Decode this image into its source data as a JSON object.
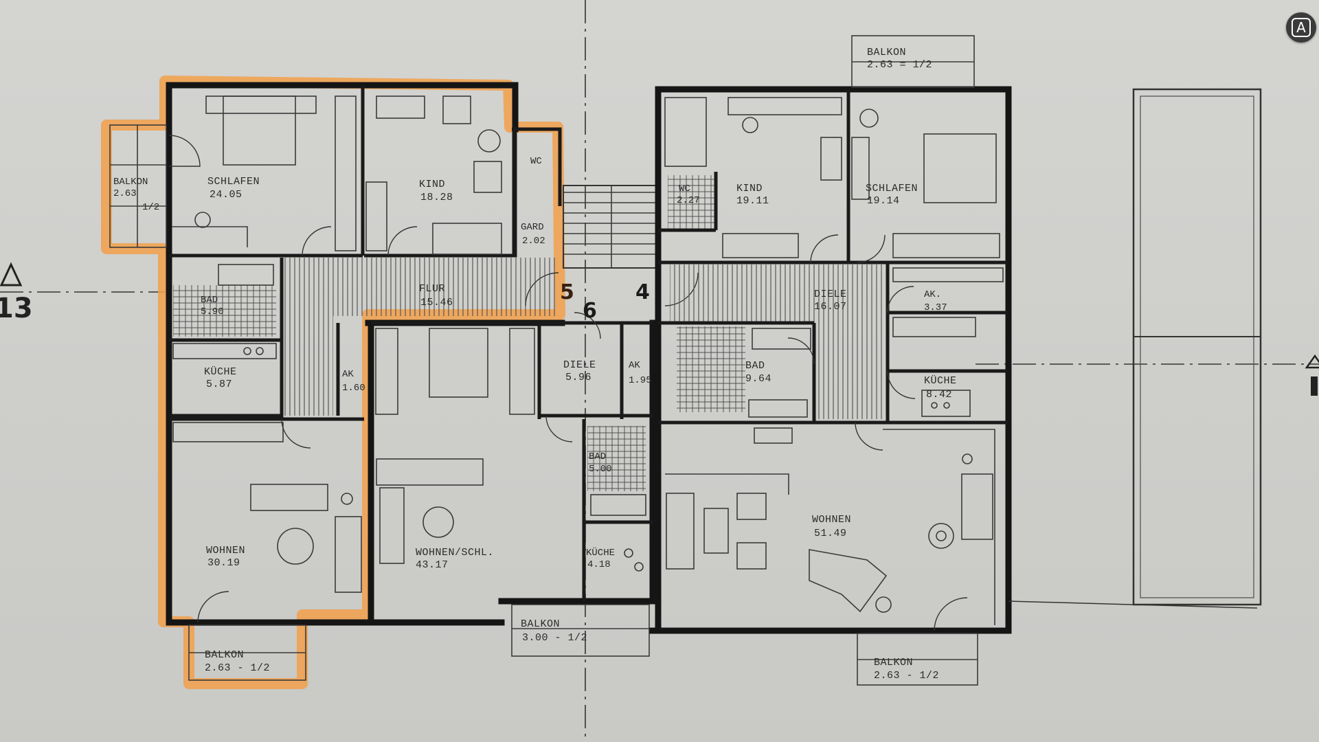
{
  "marks": {
    "left_axis": "13",
    "stair_5": "5",
    "stair_4": "4",
    "stair_6": "6"
  },
  "lens_button_glyph": "A",
  "rooms_left": {
    "balkon_w": [
      "BALKON",
      "2.63",
      "1/2"
    ],
    "schlafen": [
      "SCHLAFEN",
      "24.05"
    ],
    "kind": [
      "KIND",
      "18.28"
    ],
    "wc": "WC",
    "gard": [
      "GARD",
      "2.02"
    ],
    "bad": [
      "BAD",
      "5.90"
    ],
    "flur": [
      "FLUR",
      "15.46"
    ],
    "kueche": [
      "KÜCHE",
      "5.87"
    ],
    "ak": [
      "AK",
      "1.60"
    ],
    "wohnen": [
      "WOHNEN",
      "30.19"
    ],
    "balkon_s": [
      "BALKON",
      "2.63 - 1/2"
    ]
  },
  "rooms_mid": {
    "diele": [
      "DIELE",
      "5.96"
    ],
    "ak": [
      "AK",
      "1.95"
    ],
    "wohnen_schl": [
      "WOHNEN/SCHL.",
      "43.17"
    ],
    "bad": [
      "BAD",
      "5.00"
    ],
    "kueche": [
      "KÜCHE",
      "4.18"
    ],
    "balkon": [
      "BALKON",
      "3.00 - 1/2"
    ]
  },
  "rooms_right": {
    "balkon_n": [
      "BALKON",
      "2.63 = 1/2"
    ],
    "kind": [
      "KIND",
      "19.11"
    ],
    "wc": [
      "WC",
      "2.27"
    ],
    "schlafen": [
      "SCHLAFEN",
      "19.14"
    ],
    "diele": [
      "DIELE",
      "16.07"
    ],
    "ak": [
      "AK.",
      "3.37"
    ],
    "bad": [
      "BAD",
      "9.64"
    ],
    "kueche": [
      "KÜCHE",
      "8.42"
    ],
    "wohnen": [
      "WOHNEN",
      "51.49"
    ],
    "balkon_s": [
      "BALKON",
      "2.63 - 1/2"
    ]
  }
}
